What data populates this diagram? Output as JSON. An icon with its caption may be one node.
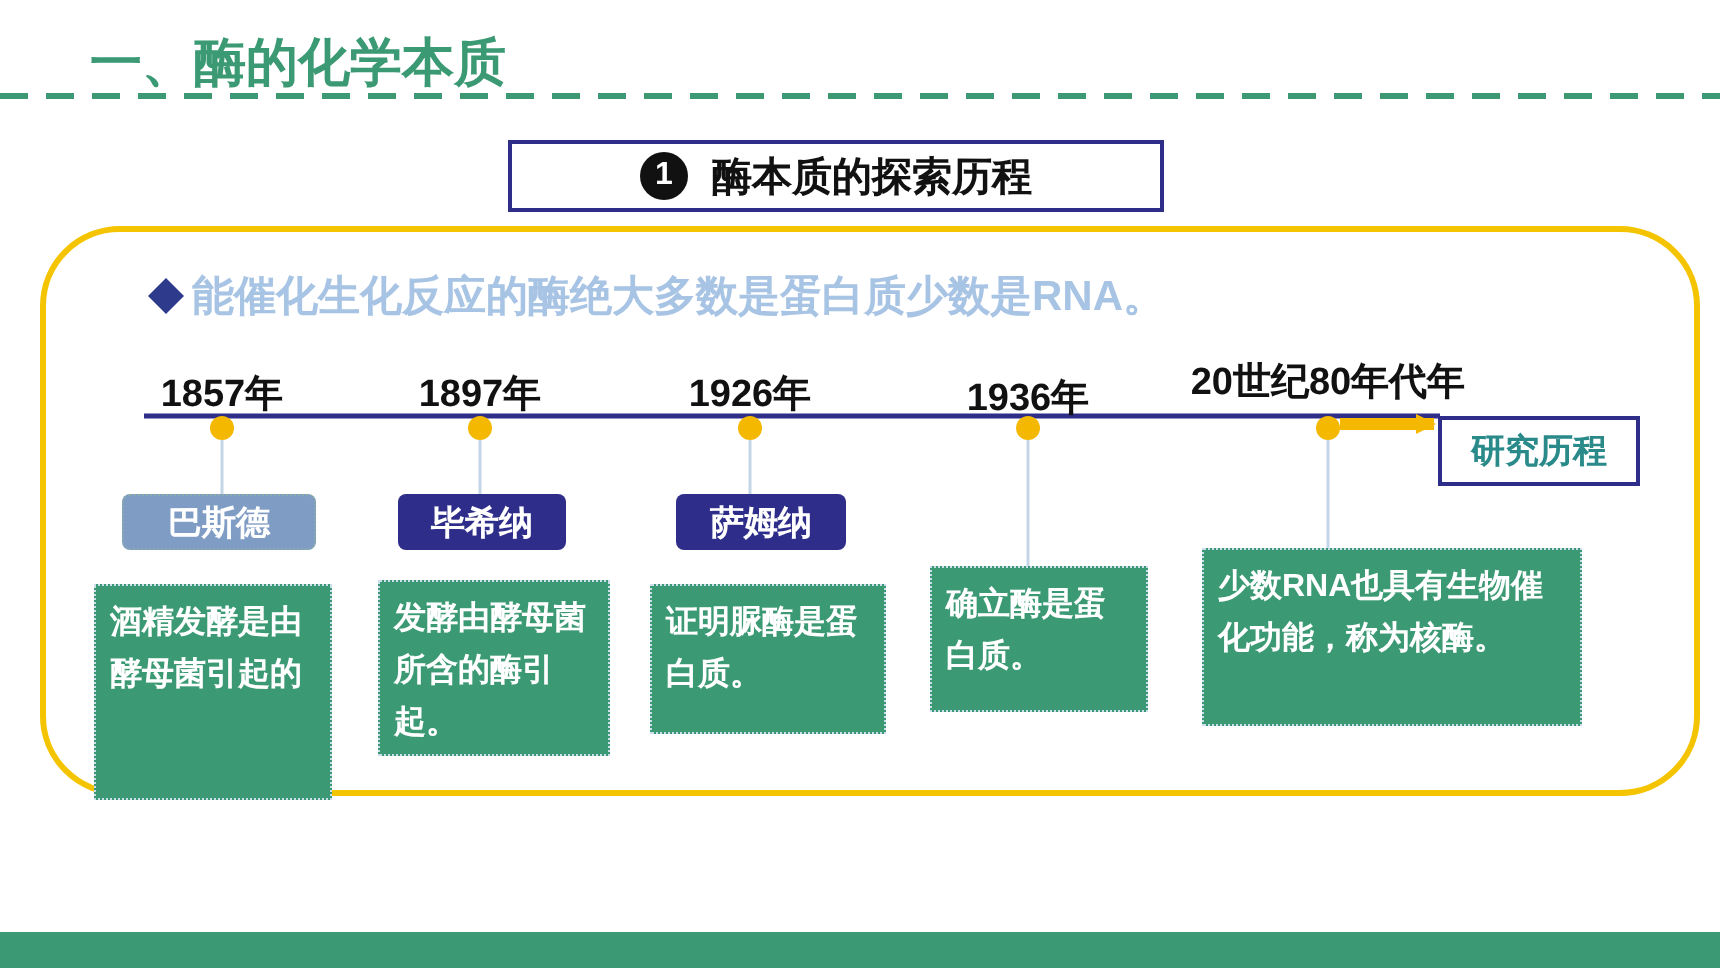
{
  "diagram": {
    "title": "一、酶的化学本质",
    "nodes": [
      {
        "text": [
          "1",
          "酶本质的探索历程"
        ]
      },
      {
        "text": [
          "能催化生化反应的酶绝大多数是蛋白质少数是RNA。"
        ]
      },
      {
        "text": [],
        "shape": "circle",
        "beside": [
          "1857年"
        ],
        "in": 1
      },
      {
        "text": [],
        "shape": "circle",
        "beside": [
          "1897年"
        ],
        "in": 1
      },
      {
        "text": [],
        "shape": "circle",
        "beside": [
          "1926年"
        ],
        "in": 1
      },
      {
        "text": [],
        "shape": "circle",
        "beside": [
          "1936年"
        ],
        "in": 1
      },
      {
        "text": [],
        "shape": "circle",
        "beside": [
          "20世纪80年代年"
        ],
        "in": 1
      },
      {
        "text": [
          "巴斯德"
        ],
        "in": 1
      },
      {
        "text": [
          "毕希纳"
        ],
        "in": 1
      },
      {
        "text": [
          "萨姆纳"
        ],
        "in": 1
      },
      {
        "text": [
          "酒精发酵是由酵母菌引起的"
        ],
        "in": 1
      },
      {
        "text": [
          "发酵由酵母菌所含的酶引起。"
        ],
        "in": 1
      },
      {
        "text": [
          "证明脲酶是蛋白质。"
        ],
        "in": 1
      },
      {
        "text": [
          "确立酶是蛋白质。"
        ],
        "in": 1
      },
      {
        "text": [
          "少数RNA也具有生物催化功能，称为核酶。"
        ],
        "in": 1
      },
      {
        "text": [
          "研究历程"
        ],
        "in": 1
      }
    ],
    "edges": [
      {
        "from": 2,
        "to": 7,
        "arrow": "none"
      },
      {
        "from": 3,
        "to": 8,
        "arrow": "none"
      },
      {
        "from": 4,
        "to": 9,
        "arrow": "none"
      },
      {
        "from": 5,
        "to": 13,
        "arrow": "none"
      },
      {
        "from": 6,
        "to": 14,
        "arrow": "none"
      },
      {
        "from": 6,
        "to": 15,
        "arrow": "to",
        "style": "thick",
        "color": "#f5b800"
      }
    ]
  }
}
